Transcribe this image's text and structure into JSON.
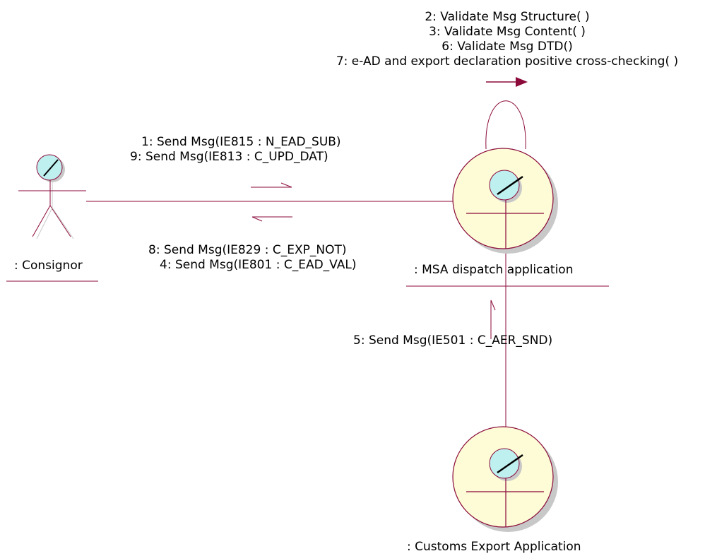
{
  "diagram": {
    "nodes": {
      "consignor": {
        "label": ": Consignor",
        "kind": "actor"
      },
      "msa": {
        "label": ": MSA dispatch application",
        "kind": "boundary-actor"
      },
      "customs": {
        "label": ": Customs Export Application",
        "kind": "boundary-actor"
      }
    },
    "messages": {
      "self_loop": [
        "2: Validate Msg Structure( )",
        "3: Validate Msg Content( )",
        "6: Validate Msg DTD()",
        "7: e-AD and export declaration positive cross-checking( )"
      ],
      "to_msa": [
        "1: Send Msg(IE815 : N_EAD_SUB)",
        "9: Send Msg(IE813 : C_UPD_DAT)"
      ],
      "to_consignor": [
        "8: Send Msg(IE829 : C_EXP_NOT)",
        "4: Send Msg(IE801 : C_EAD_VAL)"
      ],
      "from_customs": [
        "5: Send Msg(IE501 : C_AER_SND)"
      ]
    }
  },
  "colors": {
    "line": "#8b0a3a",
    "fill": "#fdfcd6",
    "shadow": "#c8c8c8",
    "head": "#bff0f0"
  }
}
